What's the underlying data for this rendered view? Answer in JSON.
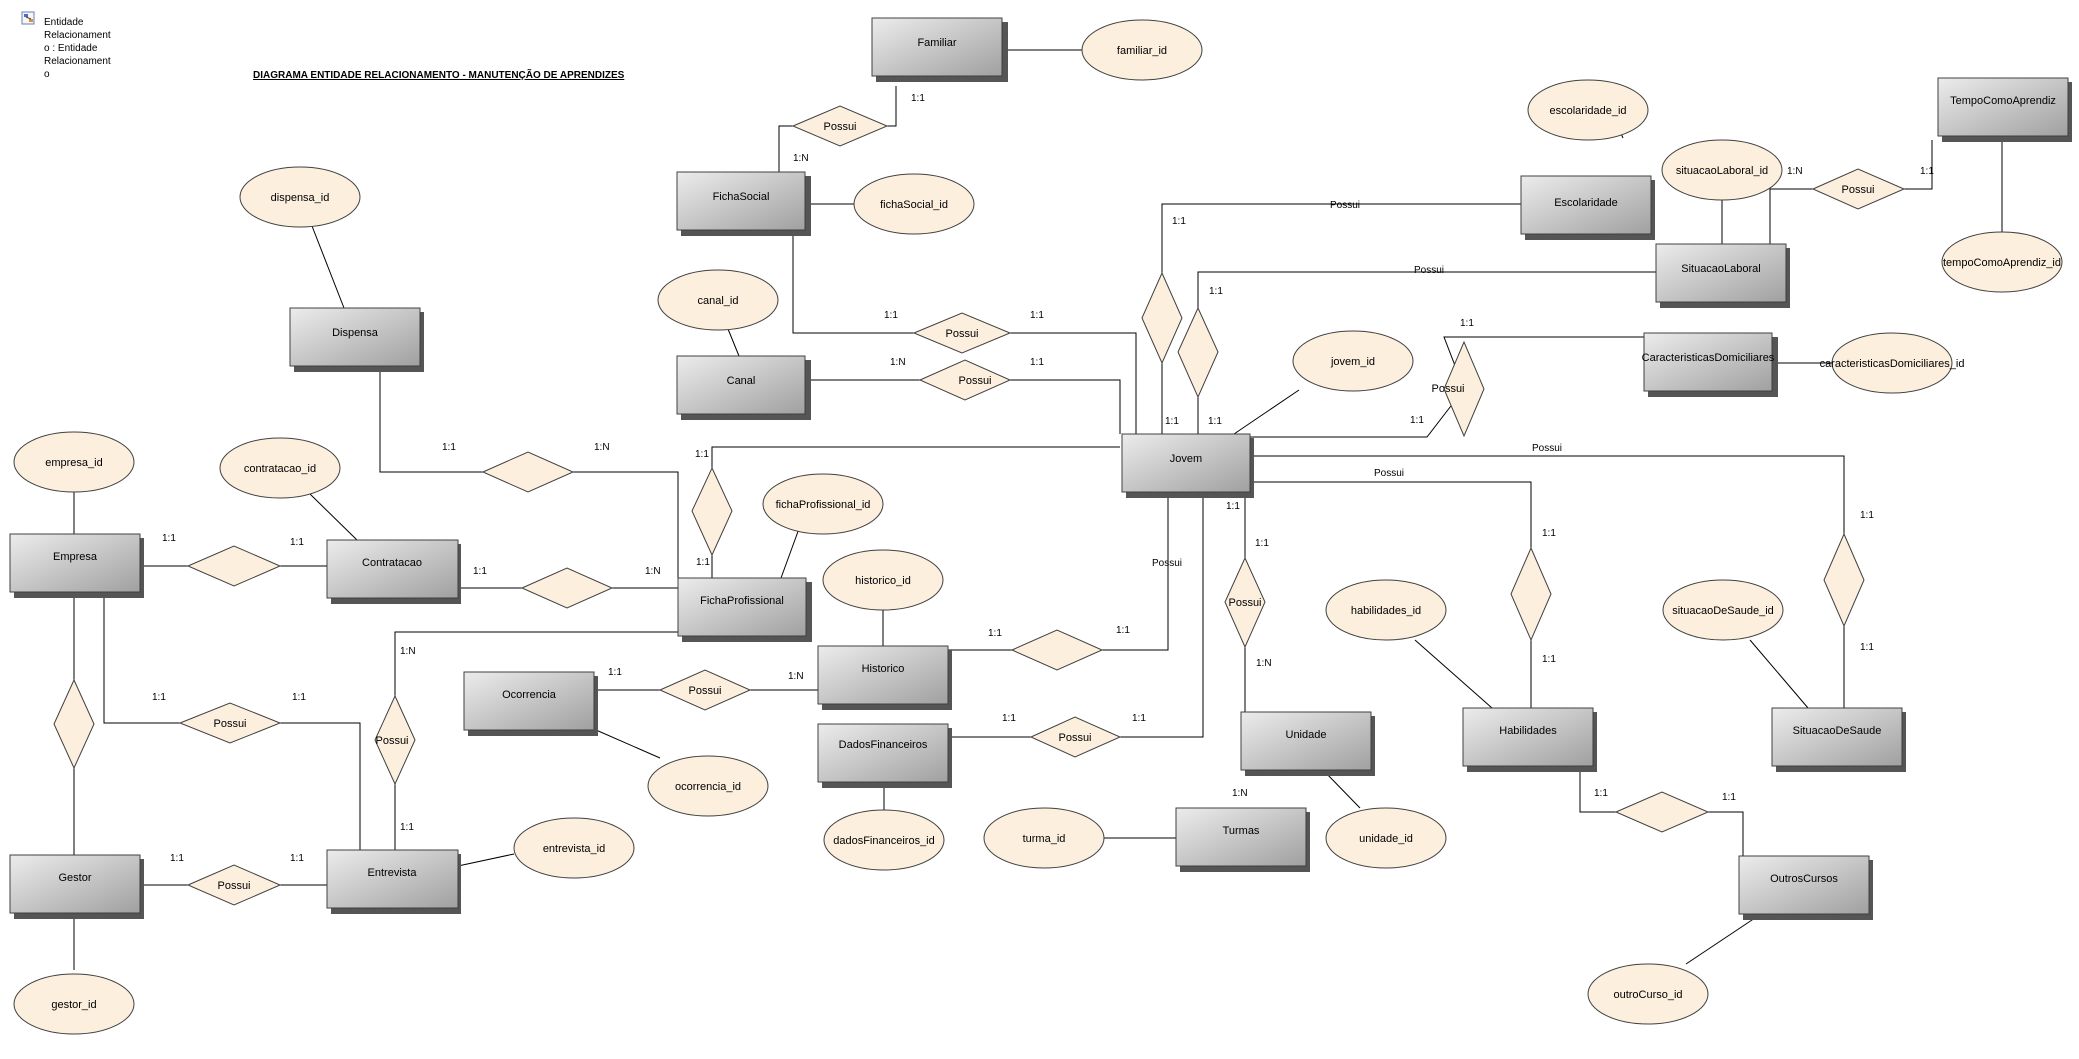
{
  "title": "DIAGRAMA ENTIDADE RELACIONAMENTO - MANUTENÇÃO DE APRENDIZES",
  "legend": {
    "icon": "er-diagram-icon",
    "lines": [
      "Entidade",
      "Relacionament",
      "o : Entidade",
      "Relacionament",
      "o"
    ]
  },
  "colors": {
    "entity_light": "#ececec",
    "entity_dark": "#a0a0a0",
    "attribute_fill": "#fcefde",
    "relationship_fill": "#fcefde",
    "line": "#000000"
  },
  "entities": [
    {
      "id": "familiar",
      "label": "Familiar"
    },
    {
      "id": "fichasocial",
      "label": "FichaSocial"
    },
    {
      "id": "dispensa",
      "label": "Dispensa"
    },
    {
      "id": "canal",
      "label": "Canal"
    },
    {
      "id": "jovem",
      "label": "Jovem"
    },
    {
      "id": "escolaridade",
      "label": "Escolaridade"
    },
    {
      "id": "situacaolaboral",
      "label": "SituacaoLaboral"
    },
    {
      "id": "tempocomoaprendiz",
      "label": "TempoComoAprendiz"
    },
    {
      "id": "caracteristicas",
      "label": "CaracteristicasDomiciliares"
    },
    {
      "id": "empresa",
      "label": "Empresa"
    },
    {
      "id": "contratacao",
      "label": "Contratacao"
    },
    {
      "id": "fichaprofissional",
      "label": "FichaProfissional"
    },
    {
      "id": "historico",
      "label": "Historico"
    },
    {
      "id": "ocorrencia",
      "label": "Ocorrencia"
    },
    {
      "id": "dadosfinanceiros",
      "label": "DadosFinanceiros"
    },
    {
      "id": "unidade",
      "label": "Unidade"
    },
    {
      "id": "turmas",
      "label": "Turmas"
    },
    {
      "id": "habilidades",
      "label": "Habilidades"
    },
    {
      "id": "situacaodesaude",
      "label": "SituacaoDeSaude"
    },
    {
      "id": "outroscursos",
      "label": "OutrosCursos"
    },
    {
      "id": "gestor",
      "label": "Gestor"
    },
    {
      "id": "entrevista",
      "label": "Entrevista"
    }
  ],
  "attributes": [
    {
      "id": "familiar_id",
      "label": "familiar_id"
    },
    {
      "id": "fichasocial_id",
      "label": "fichaSocial_id"
    },
    {
      "id": "dispensa_id",
      "label": "dispensa_id"
    },
    {
      "id": "canal_id",
      "label": "canal_id"
    },
    {
      "id": "jovem_id",
      "label": "jovem_id"
    },
    {
      "id": "escolaridade_id",
      "label": "escolaridade_id"
    },
    {
      "id": "situacaolaboral_id",
      "label": "situacaoLaboral_id"
    },
    {
      "id": "tempocomoaprendiz_id",
      "label": "tempoComoAprendiz_id"
    },
    {
      "id": "caracteristicas_id",
      "label": "caracteristicasDomiciliares_id"
    },
    {
      "id": "empresa_id",
      "label": "empresa_id"
    },
    {
      "id": "contratacao_id",
      "label": "contratacao_id"
    },
    {
      "id": "fichaprofissional_id",
      "label": "fichaProfissional_id"
    },
    {
      "id": "historico_id",
      "label": "historico_id"
    },
    {
      "id": "ocorrencia_id",
      "label": "ocorrencia_id"
    },
    {
      "id": "dadosfinanceiros_id",
      "label": "dadosFinanceiros_id"
    },
    {
      "id": "turma_id",
      "label": "turma_id"
    },
    {
      "id": "unidade_id",
      "label": "unidade_id"
    },
    {
      "id": "habilidades_id",
      "label": "habilidades_id"
    },
    {
      "id": "situacaodesaude_id",
      "label": "situacaoDeSaude_id"
    },
    {
      "id": "outrocurso_id",
      "label": "outroCurso_id"
    },
    {
      "id": "gestor_id",
      "label": "gestor_id"
    },
    {
      "id": "entrevista_id",
      "label": "entrevista_id"
    }
  ],
  "relationships": [
    {
      "id": "r_familiar",
      "label": "Possui",
      "card_a": "1:1",
      "card_b": "1:N"
    },
    {
      "id": "r_fichasocial_jovem",
      "label": "Possui",
      "card_a": "1:1",
      "card_b": "1:1"
    },
    {
      "id": "r_canal_jovem",
      "label": "Possui",
      "card_a": "1:N",
      "card_b": "1:1"
    },
    {
      "id": "r_dispensa",
      "label": "",
      "card_a": "1:1",
      "card_b": "1:N"
    },
    {
      "id": "r_escolaridade",
      "label": "Possui",
      "card_a": "1:1"
    },
    {
      "id": "r_situacaolaboral",
      "label": "Possui",
      "card_a": "1:1"
    },
    {
      "id": "r_tempo",
      "label": "Possui",
      "card_a": "1:N",
      "card_b": "1:1"
    },
    {
      "id": "r_caracteristicas",
      "label": "Possui",
      "card_a": "1:1",
      "card_b": "1:1"
    },
    {
      "id": "r_fichaprof_jovem",
      "label": "",
      "card_a": "1:1",
      "card_b": "1:1"
    },
    {
      "id": "r_empresa_contratacao",
      "label": "",
      "card_a": "1:1",
      "card_b": "1:1"
    },
    {
      "id": "r_contratacao_fichaprof",
      "label": "",
      "card_a": "1:1",
      "card_b": "1:N"
    },
    {
      "id": "r_historico_jovem",
      "label": "Possui",
      "card_a": "1:1",
      "card_b": "1:1"
    },
    {
      "id": "r_ocorrencia_historico",
      "label": "Possui",
      "card_a": "1:1",
      "card_b": "1:N"
    },
    {
      "id": "r_dados_jovem",
      "label": "Possui",
      "card_a": "1:1",
      "card_b": "1:1"
    },
    {
      "id": "r_unidade_jovem",
      "label": "Possui",
      "card_a": "1:1",
      "card_b": "1:1",
      "card_c": "1:N",
      "card_d": "1:N"
    },
    {
      "id": "r_habilidades",
      "label": "Possui",
      "card_a": "1:1",
      "card_b": "1:1"
    },
    {
      "id": "r_saude",
      "label": "Possui",
      "card_a": "1:1",
      "card_b": "1:1"
    },
    {
      "id": "r_outroscursos",
      "label": "",
      "card_a": "1:1",
      "card_b": "1:1"
    },
    {
      "id": "r_empresa_gestor",
      "label": ""
    },
    {
      "id": "r_empresa_entrevista",
      "label": "Possui",
      "card_a": "1:1",
      "card_b": "1:1"
    },
    {
      "id": "r_gestor_entrevista",
      "label": "Possui",
      "card_a": "1:1",
      "card_b": "1:1"
    },
    {
      "id": "r_entrevista_fichaprof",
      "label": "Possui",
      "card_a": "1:N",
      "card_b": "1:1"
    }
  ]
}
